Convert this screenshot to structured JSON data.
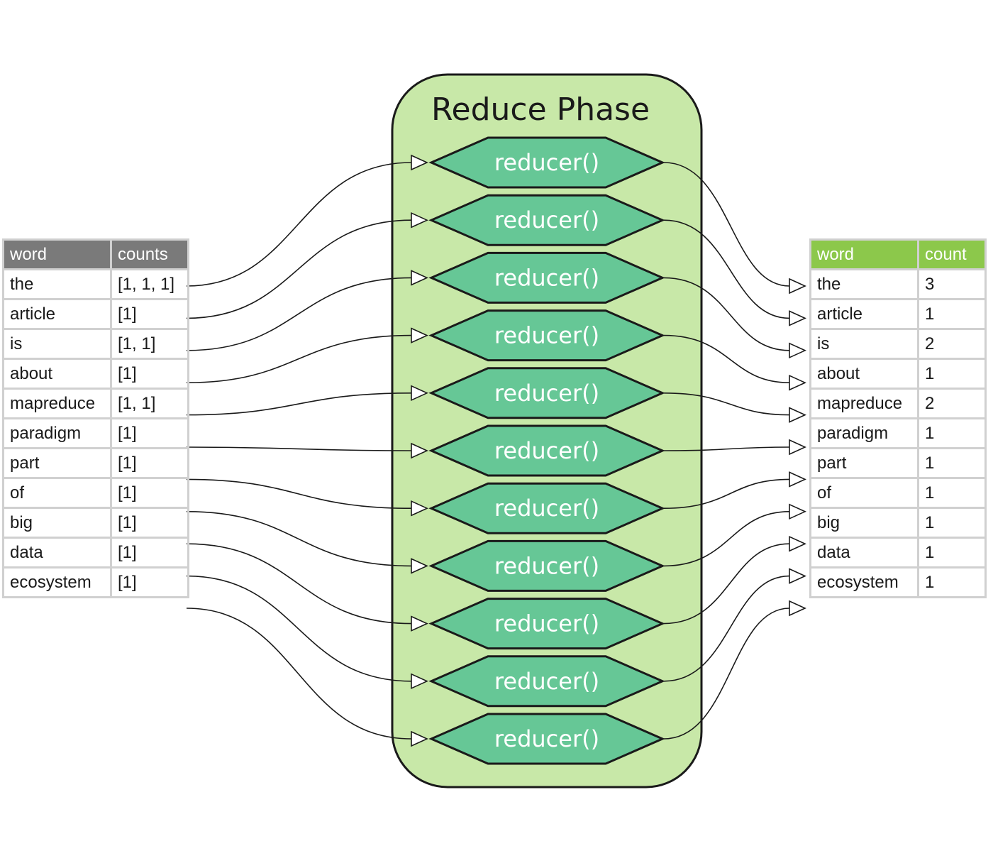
{
  "phase_title": "Reduce Phase",
  "reducer_label": "reducer()",
  "reducer_count": 11,
  "colors": {
    "phase_fill": "#c8e8a8",
    "reducer_fill": "#66c796",
    "input_header": "#7a7a7a",
    "output_header": "#8cc84b"
  },
  "input_table": {
    "headers": [
      "word",
      "counts"
    ],
    "rows": [
      [
        "the",
        "[1, 1, 1]"
      ],
      [
        "article",
        "[1]"
      ],
      [
        "is",
        "[1, 1]"
      ],
      [
        "about",
        "[1]"
      ],
      [
        "mapreduce",
        "[1, 1]"
      ],
      [
        "paradigm",
        "[1]"
      ],
      [
        "part",
        "[1]"
      ],
      [
        "of",
        "[1]"
      ],
      [
        "big",
        "[1]"
      ],
      [
        "data",
        "[1]"
      ],
      [
        "ecosystem",
        "[1]"
      ]
    ]
  },
  "output_table": {
    "headers": [
      "word",
      "count"
    ],
    "rows": [
      [
        "the",
        "3"
      ],
      [
        "article",
        "1"
      ],
      [
        "is",
        "2"
      ],
      [
        "about",
        "1"
      ],
      [
        "mapreduce",
        "2"
      ],
      [
        "paradigm",
        "1"
      ],
      [
        "part",
        "1"
      ],
      [
        "of",
        "1"
      ],
      [
        "big",
        "1"
      ],
      [
        "data",
        "1"
      ],
      [
        "ecosystem",
        "1"
      ]
    ]
  }
}
